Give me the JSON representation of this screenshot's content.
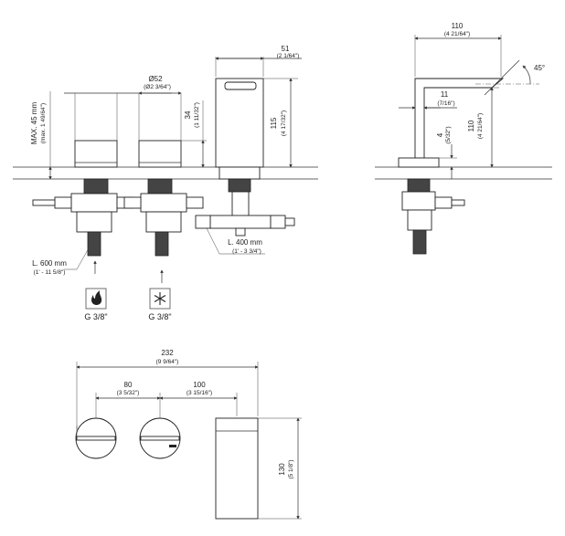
{
  "front_view": {
    "dim_51": "51",
    "dim_51_in": "(2 1/64\")",
    "dim_d52": "Ø52",
    "dim_d52_in": "(Ø2 3/64\")",
    "dim_max45": "MAX. 45 mm",
    "dim_max45_in": "(max. 1 49/64\")",
    "dim_34": "34",
    "dim_34_in": "(1 11/32\")",
    "dim_115": "115",
    "dim_115_in": "(4 17/32\")",
    "hose_600": "L. 600 mm",
    "hose_600_in": "(1' - 11 5/8\")",
    "hose_400": "L. 400 mm",
    "hose_400_in": "(1' - 3 3/4\")",
    "hot_conn": "G 3/8\"",
    "cold_conn": "G 3/8\"",
    "hot_icon": "flame-icon",
    "cold_icon": "snowflake-icon"
  },
  "side_view": {
    "dim_110_top": "110",
    "dim_110_top_in": "(4 21/64\")",
    "angle": "45°",
    "dim_11": "11",
    "dim_11_in": "(7/16\")",
    "dim_4": "4",
    "dim_4_in": "(5/32\")",
    "dim_110_v": "110",
    "dim_110_v_in": "(4 21/64\")"
  },
  "top_view": {
    "dim_232": "232",
    "dim_232_in": "(9 9/64\")",
    "dim_80": "80",
    "dim_80_in": "(3 5/32\")",
    "dim_100": "100",
    "dim_100_in": "(3 15/16\")",
    "dim_130": "130",
    "dim_130_in": "(5 1/8\")"
  }
}
